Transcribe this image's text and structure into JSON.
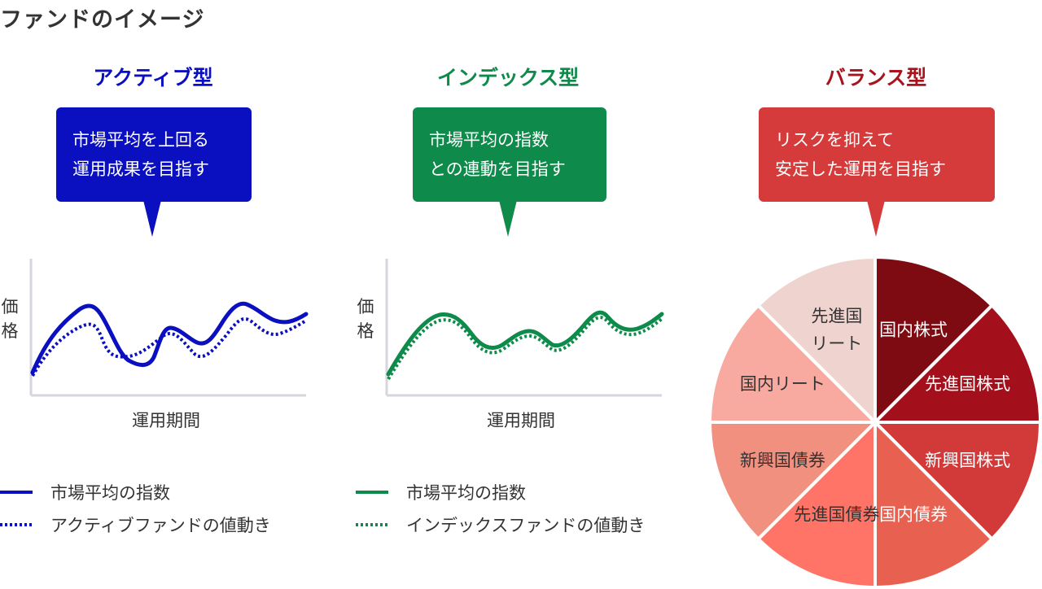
{
  "page": {
    "title": "ファンドのイメージ"
  },
  "colors": {
    "active": "#0A0FC0",
    "index": "#0E8A4A",
    "balance_title": "#A8141E",
    "balance_bubble": "#D63B3B",
    "axis": "#D6D6DE"
  },
  "active": {
    "title": "アクティブ型",
    "bubble": [
      "市場平均を上回る",
      "運用成果を目指す"
    ],
    "y_label": [
      "価",
      "格"
    ],
    "x_label": "運用期間",
    "legend": [
      {
        "label": "市場平均の指数",
        "style": "solid"
      },
      {
        "label": "アクティブファンドの値動き",
        "style": "dotted"
      }
    ]
  },
  "index": {
    "title": "インデックス型",
    "bubble": [
      "市場平均の指数",
      "との連動を目指す"
    ],
    "y_label": [
      "価",
      "格"
    ],
    "x_label": "運用期間",
    "legend": [
      {
        "label": "市場平均の指数",
        "style": "solid"
      },
      {
        "label": "インデックスファンドの値動き",
        "style": "dotted"
      }
    ]
  },
  "balance": {
    "title": "バランス型",
    "bubble": [
      "リスクを抑えて",
      "安定した運用を目指す"
    ],
    "pie": [
      {
        "label": [
          "国内株式"
        ],
        "value": 12.5,
        "color": "#7E0B12"
      },
      {
        "label": [
          "先進国株式"
        ],
        "value": 12.5,
        "color": "#A3101C"
      },
      {
        "label": [
          "新興国株式"
        ],
        "value": 12.5,
        "color": "#D23A3A"
      },
      {
        "label": [
          "国内債券"
        ],
        "value": 12.5,
        "color": "#E86050"
      },
      {
        "label": [
          "先進国債券"
        ],
        "value": 12.5,
        "color": "#FF7466"
      },
      {
        "label": [
          "新興国債券"
        ],
        "value": 12.5,
        "color": "#F2907F"
      },
      {
        "label": [
          "国内リート"
        ],
        "value": 12.5,
        "color": "#F9AAA0"
      },
      {
        "label": [
          "先進国",
          "リート"
        ],
        "value": 12.5,
        "color": "#EFD3CF"
      }
    ]
  }
}
